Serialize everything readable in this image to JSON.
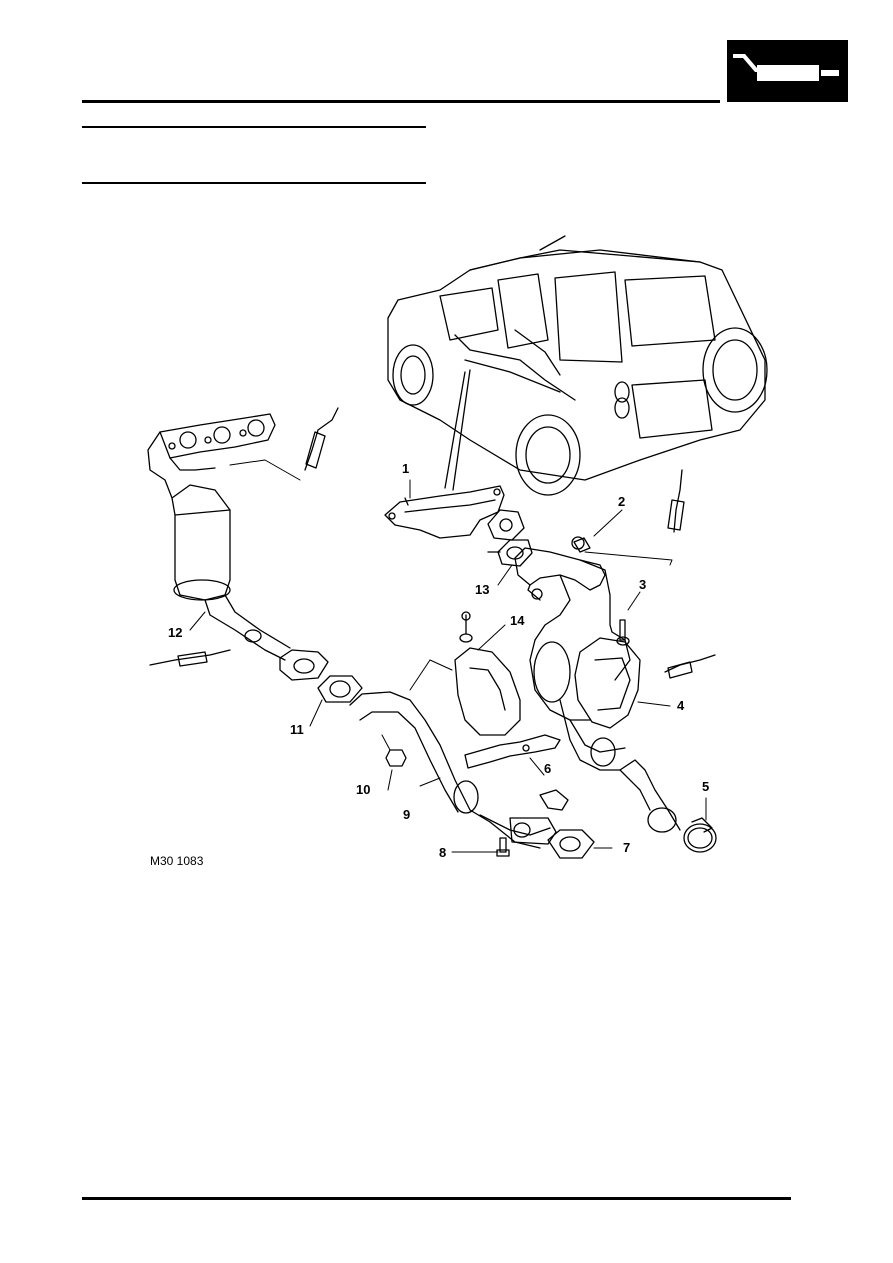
{
  "header": {
    "section_icon": "exhaust-system-icon",
    "icon_colors": {
      "background": "#000000",
      "foreground": "#ffffff"
    }
  },
  "figure": {
    "id_label": "M30 1083",
    "callouts": [
      "1",
      "2",
      "3",
      "4",
      "5",
      "6",
      "7",
      "8",
      "9",
      "10",
      "11",
      "12",
      "13",
      "14"
    ]
  }
}
